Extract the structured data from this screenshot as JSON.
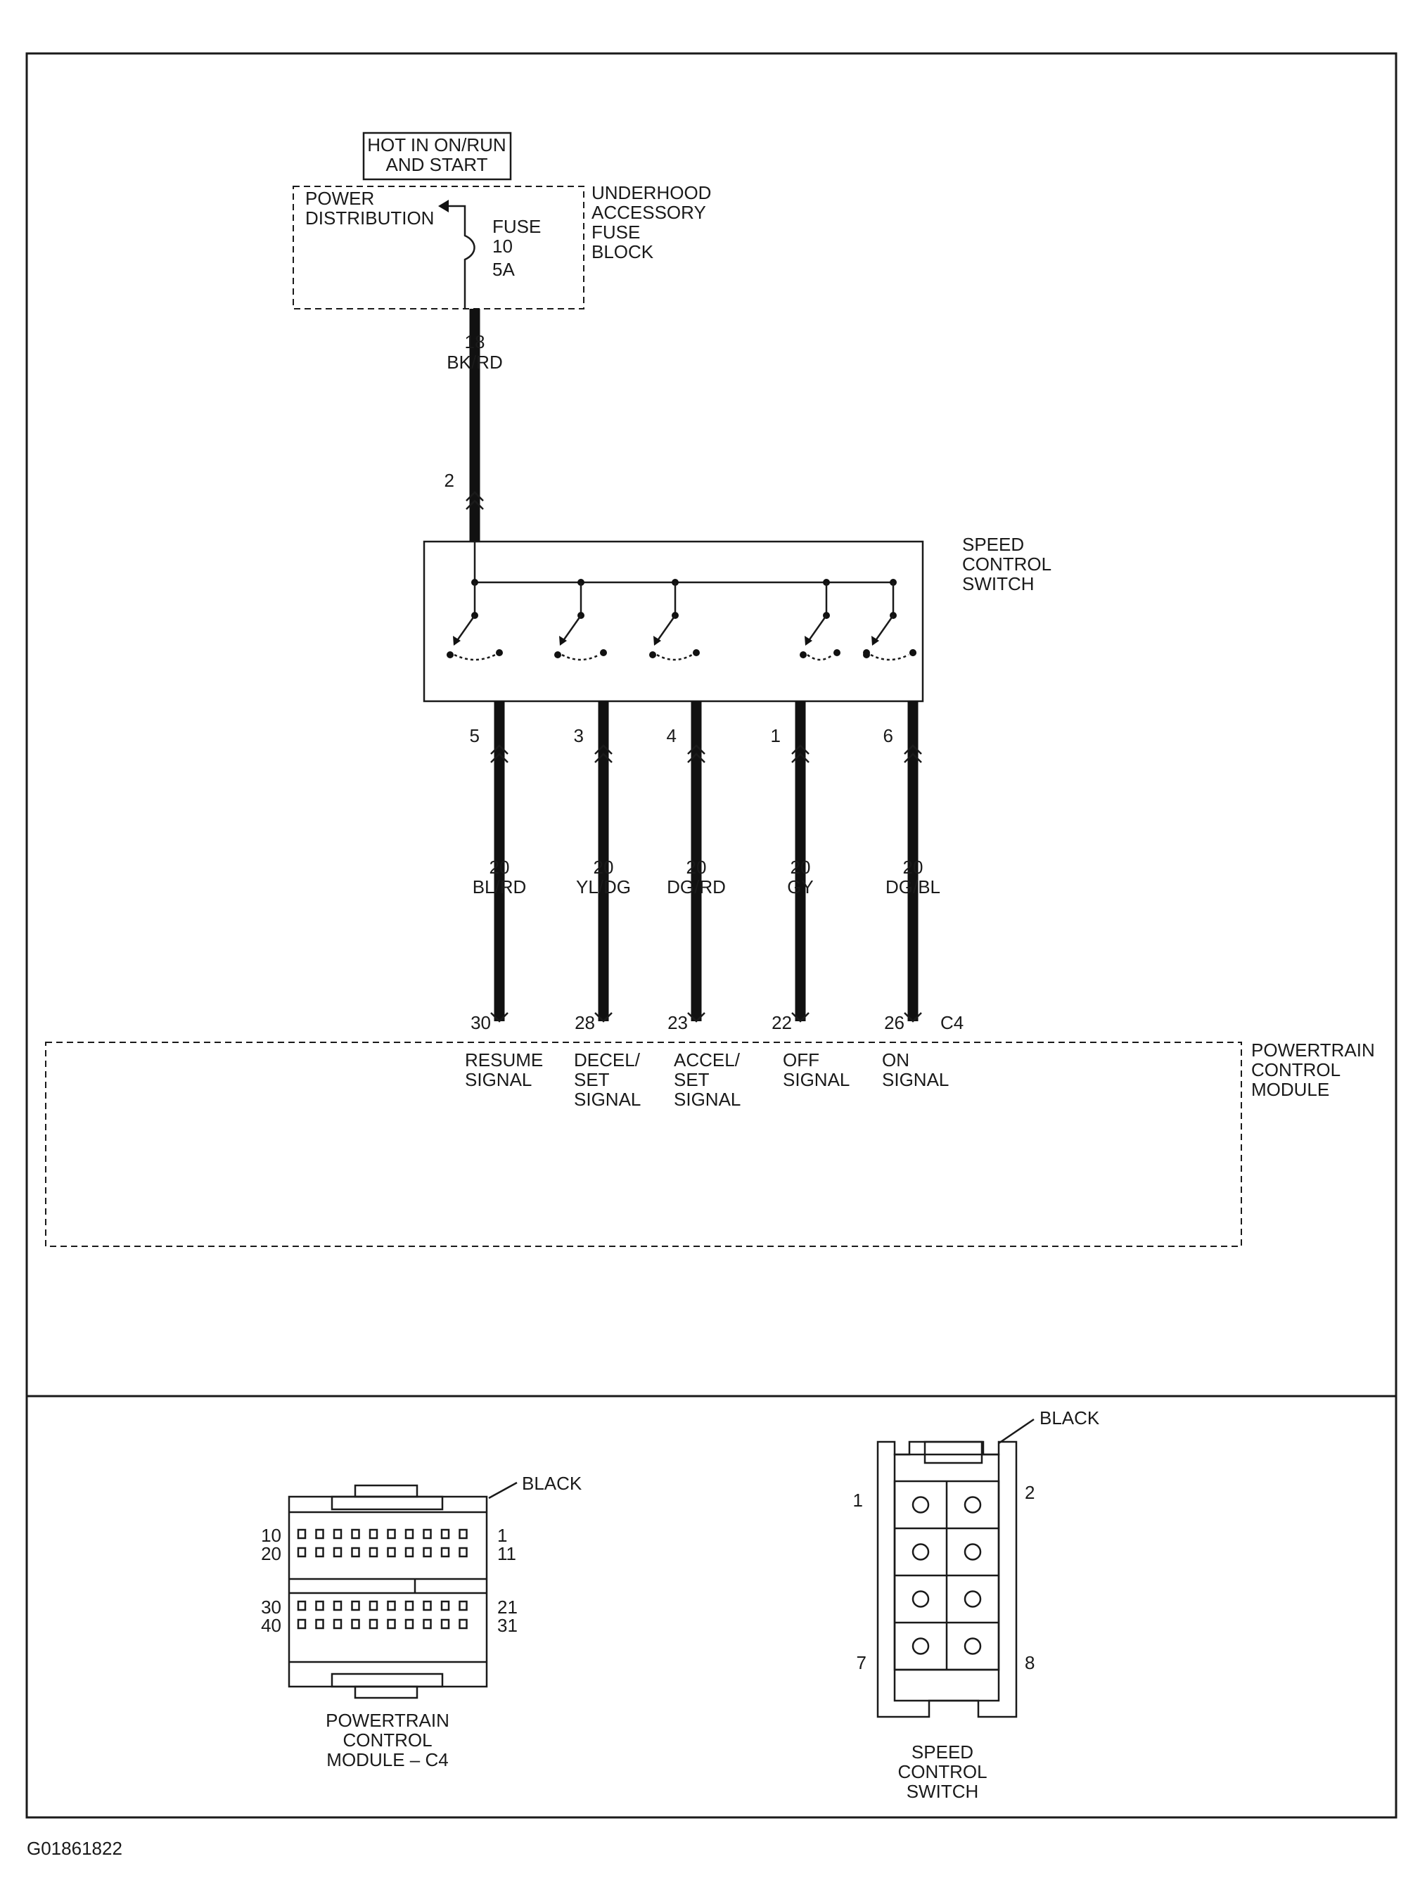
{
  "hot_label": [
    "HOT IN ON/RUN",
    "AND START"
  ],
  "fuse_block": {
    "name": [
      "UNDERHOOD",
      "ACCESSORY",
      "FUSE",
      "BLOCK"
    ],
    "inner_label": [
      "POWER",
      "DISTRIBUTION"
    ],
    "fuse": [
      "FUSE",
      "10",
      "5A"
    ]
  },
  "feed_wire": {
    "gauge": "18",
    "color": "BK/RD",
    "pin": "2"
  },
  "switch_name": [
    "SPEED",
    "CONTROL",
    "SWITCH"
  ],
  "signal_wires": [
    {
      "switch_pin": "5",
      "gauge": "20",
      "color": "BL/RD",
      "pcm_pin": "30",
      "signal": [
        "RESUME",
        "SIGNAL"
      ]
    },
    {
      "switch_pin": "3",
      "gauge": "20",
      "color": "YL/DG",
      "pcm_pin": "28",
      "signal": [
        "DECEL/",
        "SET",
        "SIGNAL"
      ]
    },
    {
      "switch_pin": "4",
      "gauge": "20",
      "color": "DG/RD",
      "pcm_pin": "23",
      "signal": [
        "ACCEL/",
        "SET",
        "SIGNAL"
      ]
    },
    {
      "switch_pin": "1",
      "gauge": "20",
      "color": "GY",
      "pcm_pin": "22",
      "signal": [
        "OFF",
        "SIGNAL"
      ]
    },
    {
      "switch_pin": "6",
      "gauge": "20",
      "color": "DG/BL",
      "pcm_pin": "26",
      "signal": [
        "ON",
        "SIGNAL"
      ]
    }
  ],
  "pcm_connector_id": "C4",
  "pcm_name": [
    "POWERTRAIN",
    "CONTROL",
    "MODULE"
  ],
  "pcm_connector": {
    "color_label": "BLACK",
    "left_pins": [
      "10",
      "20",
      "30",
      "40"
    ],
    "right_pins": [
      "1",
      "11",
      "21",
      "31"
    ],
    "caption": [
      "POWERTRAIN",
      "CONTROL",
      "MODULE – C4"
    ]
  },
  "switch_connector": {
    "color_label": "BLACK",
    "pins": [
      "1",
      "2",
      "7",
      "8"
    ],
    "caption": [
      "SPEED",
      "CONTROL",
      "SWITCH"
    ]
  },
  "figure_id": "G01861822"
}
